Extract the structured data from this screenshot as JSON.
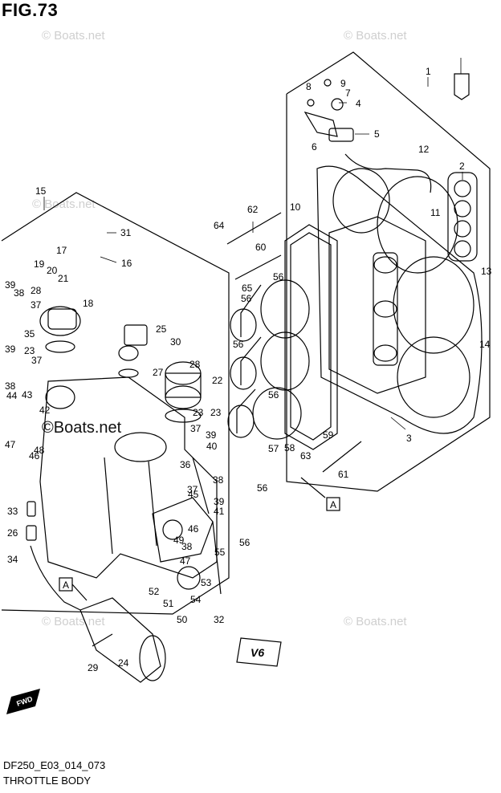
{
  "header": {
    "title": "FIG.73"
  },
  "footer": {
    "code": "DF250_E03_014_073",
    "name": "THROTTLE BODY"
  },
  "watermarks": [
    "© Boats.net",
    "© Boats.net",
    "© Boats.net",
    "© Boats.net",
    "© Boats.net"
  ],
  "watermark_inline": "©Boats.net",
  "badges": {
    "fwd": "FWD",
    "v6": "V6"
  },
  "ref_marks": [
    "A",
    "A"
  ],
  "callouts": [
    "1",
    "2",
    "3",
    "4",
    "5",
    "6",
    "7",
    "8",
    "9",
    "10",
    "11",
    "12",
    "13",
    "14",
    "15",
    "16",
    "17",
    "18",
    "19",
    "20",
    "21",
    "22",
    "23",
    "23",
    "23",
    "24",
    "25",
    "26",
    "27",
    "28",
    "28",
    "29",
    "30",
    "31",
    "32",
    "33",
    "34",
    "35",
    "36",
    "37",
    "37",
    "37",
    "37",
    "38",
    "38",
    "38",
    "38",
    "39",
    "39",
    "39",
    "39",
    "40",
    "41",
    "42",
    "43",
    "44",
    "45",
    "46",
    "46",
    "47",
    "47",
    "48",
    "49",
    "50",
    "51",
    "52",
    "53",
    "54",
    "55",
    "56",
    "56",
    "56",
    "56",
    "56",
    "56",
    "57",
    "58",
    "59",
    "60",
    "61",
    "62",
    "63",
    "64",
    "65"
  ]
}
